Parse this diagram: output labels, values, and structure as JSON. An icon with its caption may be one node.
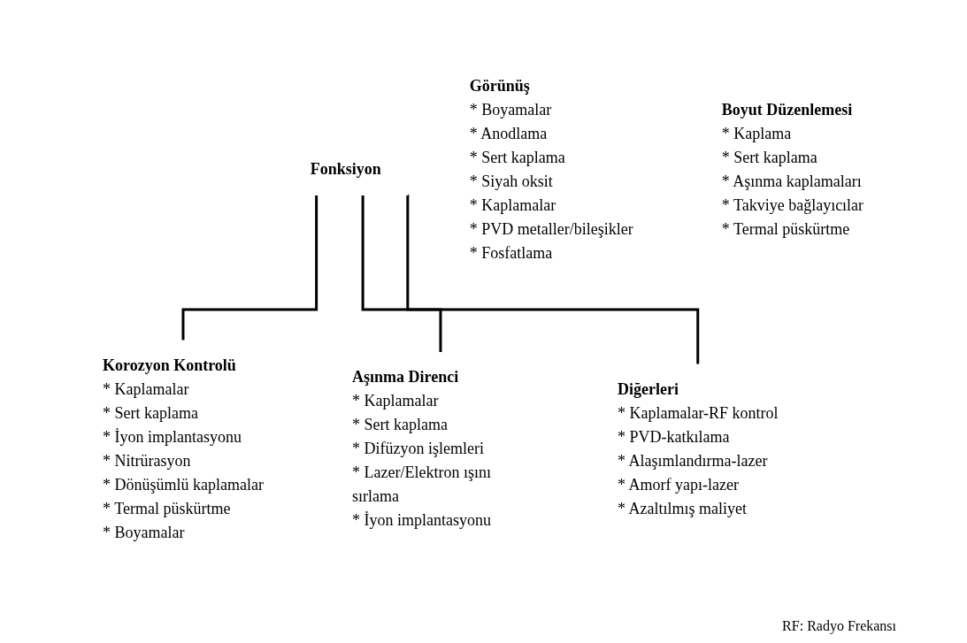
{
  "diagram": {
    "nodes": [
      {
        "text": [
          "Fonksiyon"
        ]
      },
      {
        "text": [
          "Görünüş",
          "* Boyamalar",
          "* Anodlama",
          "* Sert kaplama",
          "* Siyah oksit",
          "* Kaplamalar",
          "* PVD metaller/bileşikler",
          "* Fosfatlama"
        ]
      },
      {
        "text": [
          "Boyut Düzenlemesi",
          "* Kaplama",
          "* Sert kaplama",
          "* Aşınma kaplamaları",
          "* Takviye bağlayıcılar",
          "* Termal püskürtme"
        ]
      },
      {
        "text": [
          "Korozyon Kontrolü",
          "* Kaplamalar",
          "* Sert kaplama",
          "* İyon implantasyonu",
          "* Nitrürasyon",
          "* Dönüşümlü kaplamalar",
          "* Termal püskürtme",
          "* Boyamalar"
        ]
      },
      {
        "text": [
          "Aşınma Direnci",
          "* Kaplamalar",
          "* Sert kaplama",
          "* Difüzyon işlemleri",
          "* Lazer/Elektron ışını sırlama",
          "* İyon implantasyonu"
        ]
      },
      {
        "text": [
          "Diğerleri",
          "* Kaplamalar-RF kontrol",
          "* PVD-katkılama",
          "* Alaşımlandırma-lazer",
          "* Amorf yapı-lazer",
          "* Azaltılmış maliyet"
        ]
      }
    ],
    "edges": [
      {
        "from": 0,
        "to": 3,
        "arrow": "none"
      },
      {
        "from": 0,
        "to": 4,
        "arrow": "none"
      },
      {
        "from": 0,
        "to": 5,
        "arrow": "none"
      }
    ],
    "labels": [
      "RF: Radyo Frekansı"
    ]
  }
}
